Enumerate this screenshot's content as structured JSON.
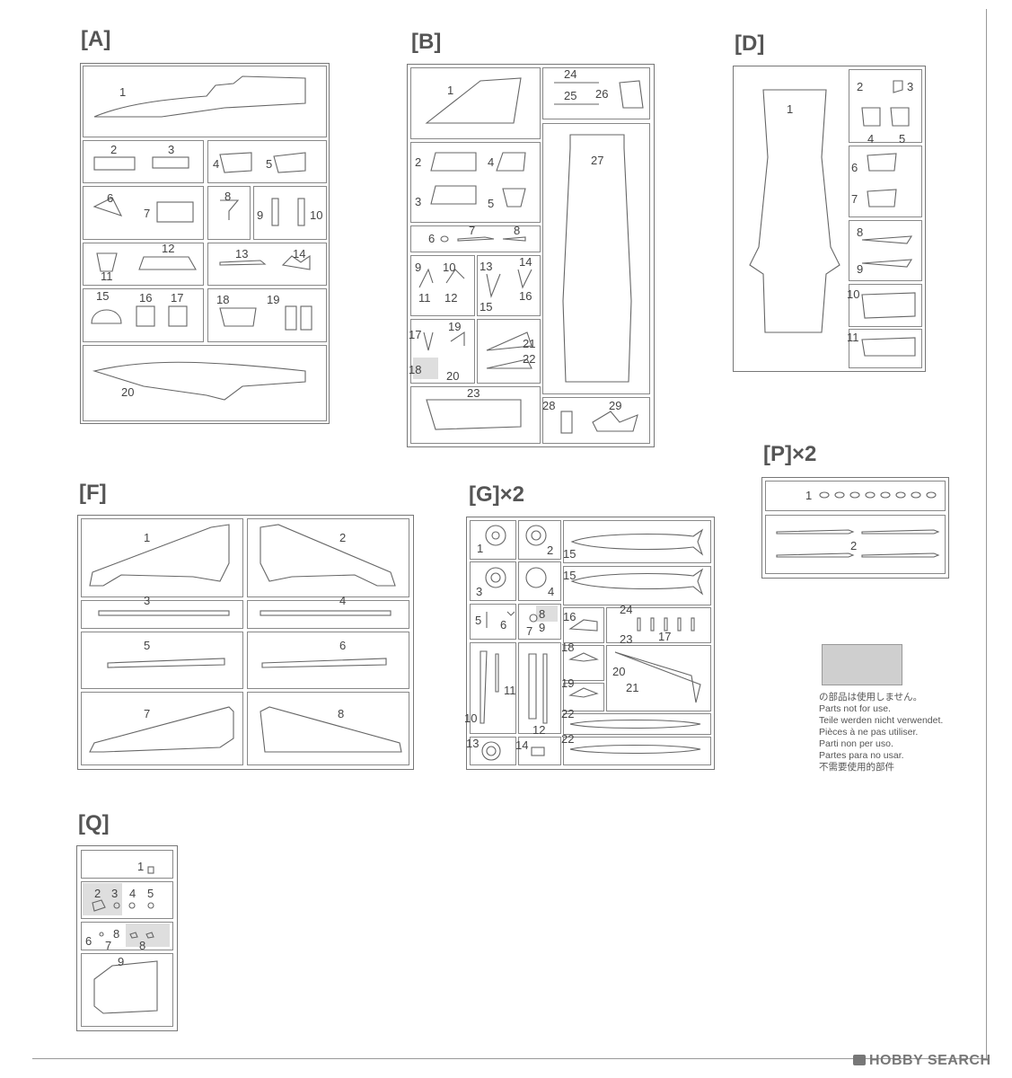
{
  "header": {
    "fragments": [
      "",
      "",
      "",
      "",
      ""
    ]
  },
  "sheets": {
    "A": {
      "label": "[A]",
      "parts": {
        "p1": "1",
        "p2": "2",
        "p3": "3",
        "p4": "4",
        "p5": "5",
        "p6": "6",
        "p7": "7",
        "p8": "8",
        "p9": "9",
        "p10": "10",
        "p11": "11",
        "p12": "12",
        "p13": "13",
        "p14": "14",
        "p15": "15",
        "p16": "16",
        "p17": "17",
        "p18": "18",
        "p19": "19",
        "p20": "20"
      }
    },
    "B": {
      "label": "[B]",
      "parts": {
        "p1": "1",
        "p2": "2",
        "p3": "3",
        "p4": "4",
        "p5": "5",
        "p6": "6",
        "p7": "7",
        "p8": "8",
        "p9": "9",
        "p10": "10",
        "p11": "11",
        "p12": "12",
        "p13": "13",
        "p14": "14",
        "p15": "15",
        "p16": "16",
        "p17": "17",
        "p18": "18",
        "p19": "19",
        "p20": "20",
        "p21": "21",
        "p22": "22",
        "p23": "23",
        "p24": "24",
        "p25": "25",
        "p26": "26",
        "p27": "27",
        "p28": "28",
        "p29": "29"
      }
    },
    "D": {
      "label": "[D]",
      "parts": {
        "p1": "1",
        "p2": "2",
        "p3": "3",
        "p4": "4",
        "p5": "5",
        "p6": "6",
        "p7": "7",
        "p8": "8",
        "p9": "9",
        "p10": "10",
        "p11": "11"
      }
    },
    "P": {
      "label": "[P]×2",
      "parts": {
        "p1": "1",
        "p2": "2"
      }
    },
    "F": {
      "label": "[F]",
      "parts": {
        "p1": "1",
        "p2": "2",
        "p3": "3",
        "p4": "4",
        "p5": "5",
        "p6": "6",
        "p7": "7",
        "p8": "8"
      }
    },
    "G": {
      "label": "[G]×2",
      "parts": {
        "p1": "1",
        "p2": "2",
        "p3": "3",
        "p4": "4",
        "p5": "5",
        "p6": "6",
        "p7": "7",
        "p8": "8",
        "p9": "9",
        "p10": "10",
        "p11": "11",
        "p12": "12",
        "p13": "13",
        "p14": "14",
        "p15a": "15",
        "p15b": "15",
        "p16": "16",
        "p17": "17",
        "p18": "18",
        "p19": "19",
        "p20": "20",
        "p21": "21",
        "p22a": "22",
        "p22b": "22",
        "p23": "23",
        "p24": "24"
      }
    },
    "Q": {
      "label": "[Q]",
      "parts": {
        "p1": "1",
        "p2": "2",
        "p3": "3",
        "p4": "4",
        "p5": "5",
        "p6": "6",
        "p7": "7",
        "p8a": "8",
        "p8b": "8",
        "p9": "9"
      }
    }
  },
  "legend": {
    "swatch_color": "#cfcfcf",
    "lines": [
      "の部品は使用しません。",
      "Parts not for use.",
      "Teile werden nicht verwendet.",
      "Pièces à ne pas utiliser.",
      "Parti non per uso.",
      "Partes para no usar.",
      "不需要使用的部件"
    ]
  },
  "watermark": {
    "text": "HOBBY SEARCH"
  }
}
